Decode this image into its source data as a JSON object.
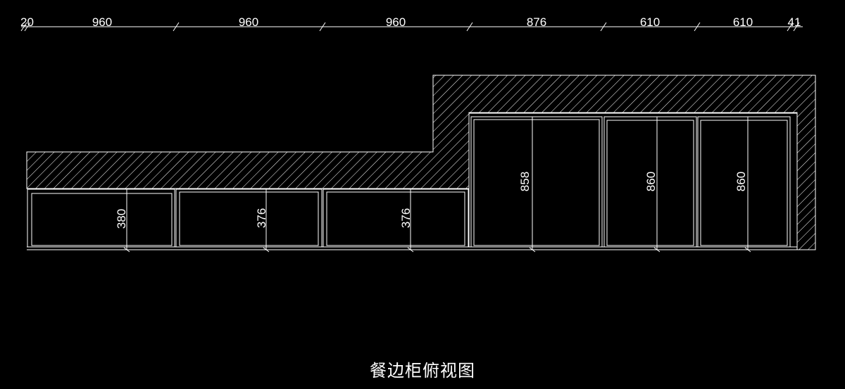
{
  "drawing": {
    "title": "餐边柜俯视图",
    "line_color": "#ffffff",
    "background": "#000000",
    "top_dimensions": [
      "20",
      "960",
      "960",
      "960",
      "876",
      "610",
      "610",
      "41"
    ],
    "cabinet_depths": [
      "380",
      "376",
      "376",
      "858",
      "860",
      "860"
    ]
  }
}
